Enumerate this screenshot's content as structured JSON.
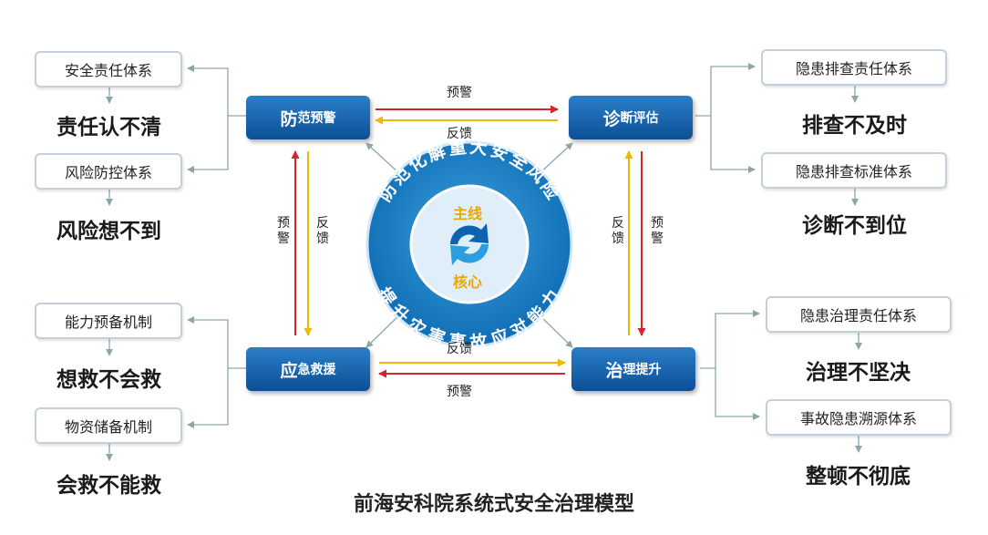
{
  "title": "前海安科院系统式安全治理模型",
  "center": {
    "top_text": "防范化解重大安全风险",
    "bottom_text": "提升灾害事故应对能力",
    "label_main": "主线",
    "label_core": "核心"
  },
  "stages": {
    "prevent": {
      "big": "防",
      "small": "范预警"
    },
    "diagnose": {
      "big": "诊",
      "small": "断评估"
    },
    "rescue": {
      "big": "应",
      "small": "急救援"
    },
    "govern": {
      "big": "治",
      "small": "理提升"
    }
  },
  "flows": {
    "top_warning": "预警",
    "top_feedback": "反馈",
    "bottom_feedback": "反馈",
    "bottom_warning": "预警",
    "left_warning": "预警",
    "left_feedback": "反馈",
    "right_feedback": "反馈",
    "right_warning": "预警"
  },
  "left": {
    "box1": "安全责任体系",
    "problem1": "责任认不清",
    "box2": "风险防控体系",
    "problem2": "风险想不到",
    "box3": "能力预备机制",
    "problem3": "想救不会救",
    "box4": "物资储备机制",
    "problem4": "会救不能救"
  },
  "right": {
    "box1": "隐患排查责任体系",
    "problem1": "排查不及时",
    "box2": "隐患排查标准体系",
    "problem2": "诊断不到位",
    "box3": "隐患治理责任体系",
    "problem3": "治理不坚决",
    "box4": "事故隐患溯源体系",
    "problem4": "整顿不彻底"
  },
  "colors": {
    "stage_blue": "#0d4f96",
    "warning_red": "#d4252b",
    "feedback_yellow": "#f2b705",
    "ring_blue": "#1b82c7",
    "connector_gray": "#8fa6a8"
  }
}
